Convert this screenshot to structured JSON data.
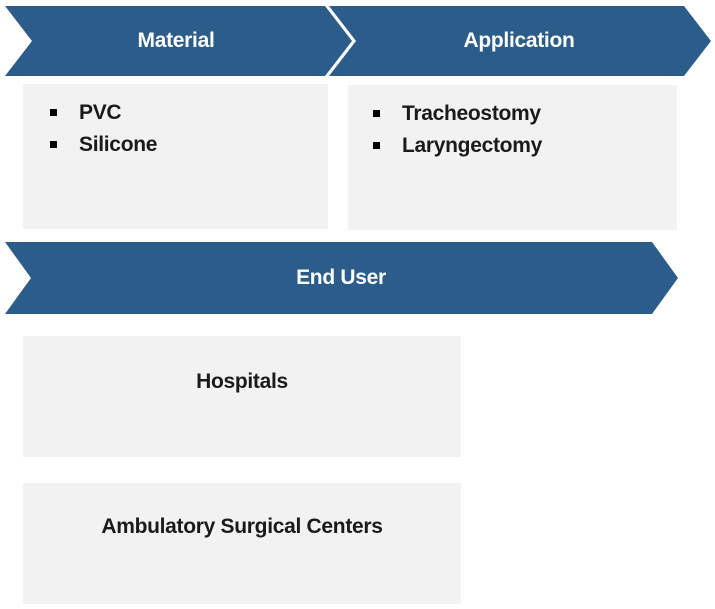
{
  "colors": {
    "chevron": "#2b5c8a",
    "box": "#f2f2f2",
    "text": "#1a1a1a"
  },
  "material": {
    "title": "Material",
    "items": [
      "PVC",
      "Silicone"
    ]
  },
  "application": {
    "title": "Application",
    "items": [
      "Tracheostomy",
      "Laryngectomy"
    ]
  },
  "end_user": {
    "title": "End User",
    "items": [
      "Hospitals",
      "Ambulatory Surgical Centers"
    ]
  }
}
